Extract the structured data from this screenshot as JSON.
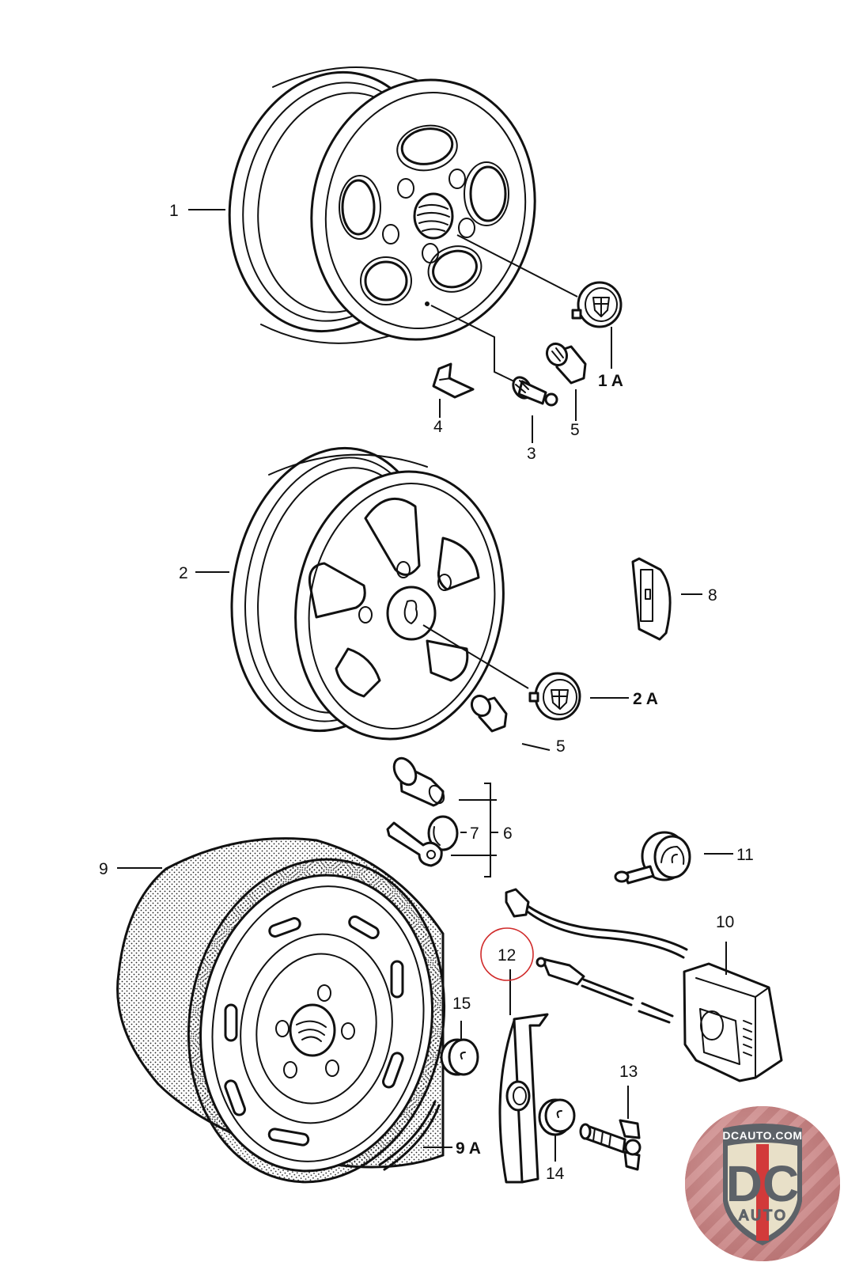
{
  "diagram": {
    "title": "Wheels, tire and tire inflation parts exploded view",
    "highlight_color": "#d02a2a",
    "highlighted_callout": "12",
    "callouts": [
      {
        "id": "1",
        "part": "wheel-rim-cookie-cutter"
      },
      {
        "id": "1A",
        "part": "center-cap-crest"
      },
      {
        "id": "3",
        "part": "valve-stem"
      },
      {
        "id": "4",
        "part": "balance-weight-clip"
      },
      {
        "id": "5",
        "part": "lug-nut"
      },
      {
        "id": "5b",
        "label": "5",
        "part": "lug-nut"
      },
      {
        "id": "2",
        "part": "wheel-rim-fuchs"
      },
      {
        "id": "2A",
        "part": "center-cap-crest"
      },
      {
        "id": "8",
        "part": "balance-weight"
      },
      {
        "id": "6",
        "part": "locking-lug-nut-set"
      },
      {
        "id": "7",
        "part": "cap"
      },
      {
        "id": "9",
        "part": "spare-tire-wheel"
      },
      {
        "id": "9A",
        "part": "rim-strip"
      },
      {
        "id": "10",
        "part": "air-compressor"
      },
      {
        "id": "11",
        "part": "tire-pressure-gauge"
      },
      {
        "id": "12",
        "part": "bracket"
      },
      {
        "id": "13",
        "part": "wing-bolt"
      },
      {
        "id": "14",
        "part": "spacer"
      },
      {
        "id": "15",
        "part": "spacer"
      }
    ],
    "labels": {
      "l1": "1",
      "l1A": "1 A",
      "l3": "3",
      "l4": "4",
      "l5a": "5",
      "l2": "2",
      "l2A": "2 A",
      "l8": "8",
      "l5b": "5",
      "l7": "7",
      "l6": "6",
      "l9": "9",
      "l11": "11",
      "l10": "10",
      "l12": "12",
      "l15": "15",
      "l13": "13",
      "l9A": "9 A",
      "l14": "14"
    }
  },
  "watermark": {
    "top_text": "DCAUTO.COM",
    "main_text": "DC",
    "sub_text": "AUTO",
    "colors": {
      "badge_bg": "#cf8b8b",
      "shield_fill": "#e8e0c8",
      "shield_border": "#5d6268",
      "stripe": "#d23a3a",
      "letters": "#5d6268"
    }
  }
}
